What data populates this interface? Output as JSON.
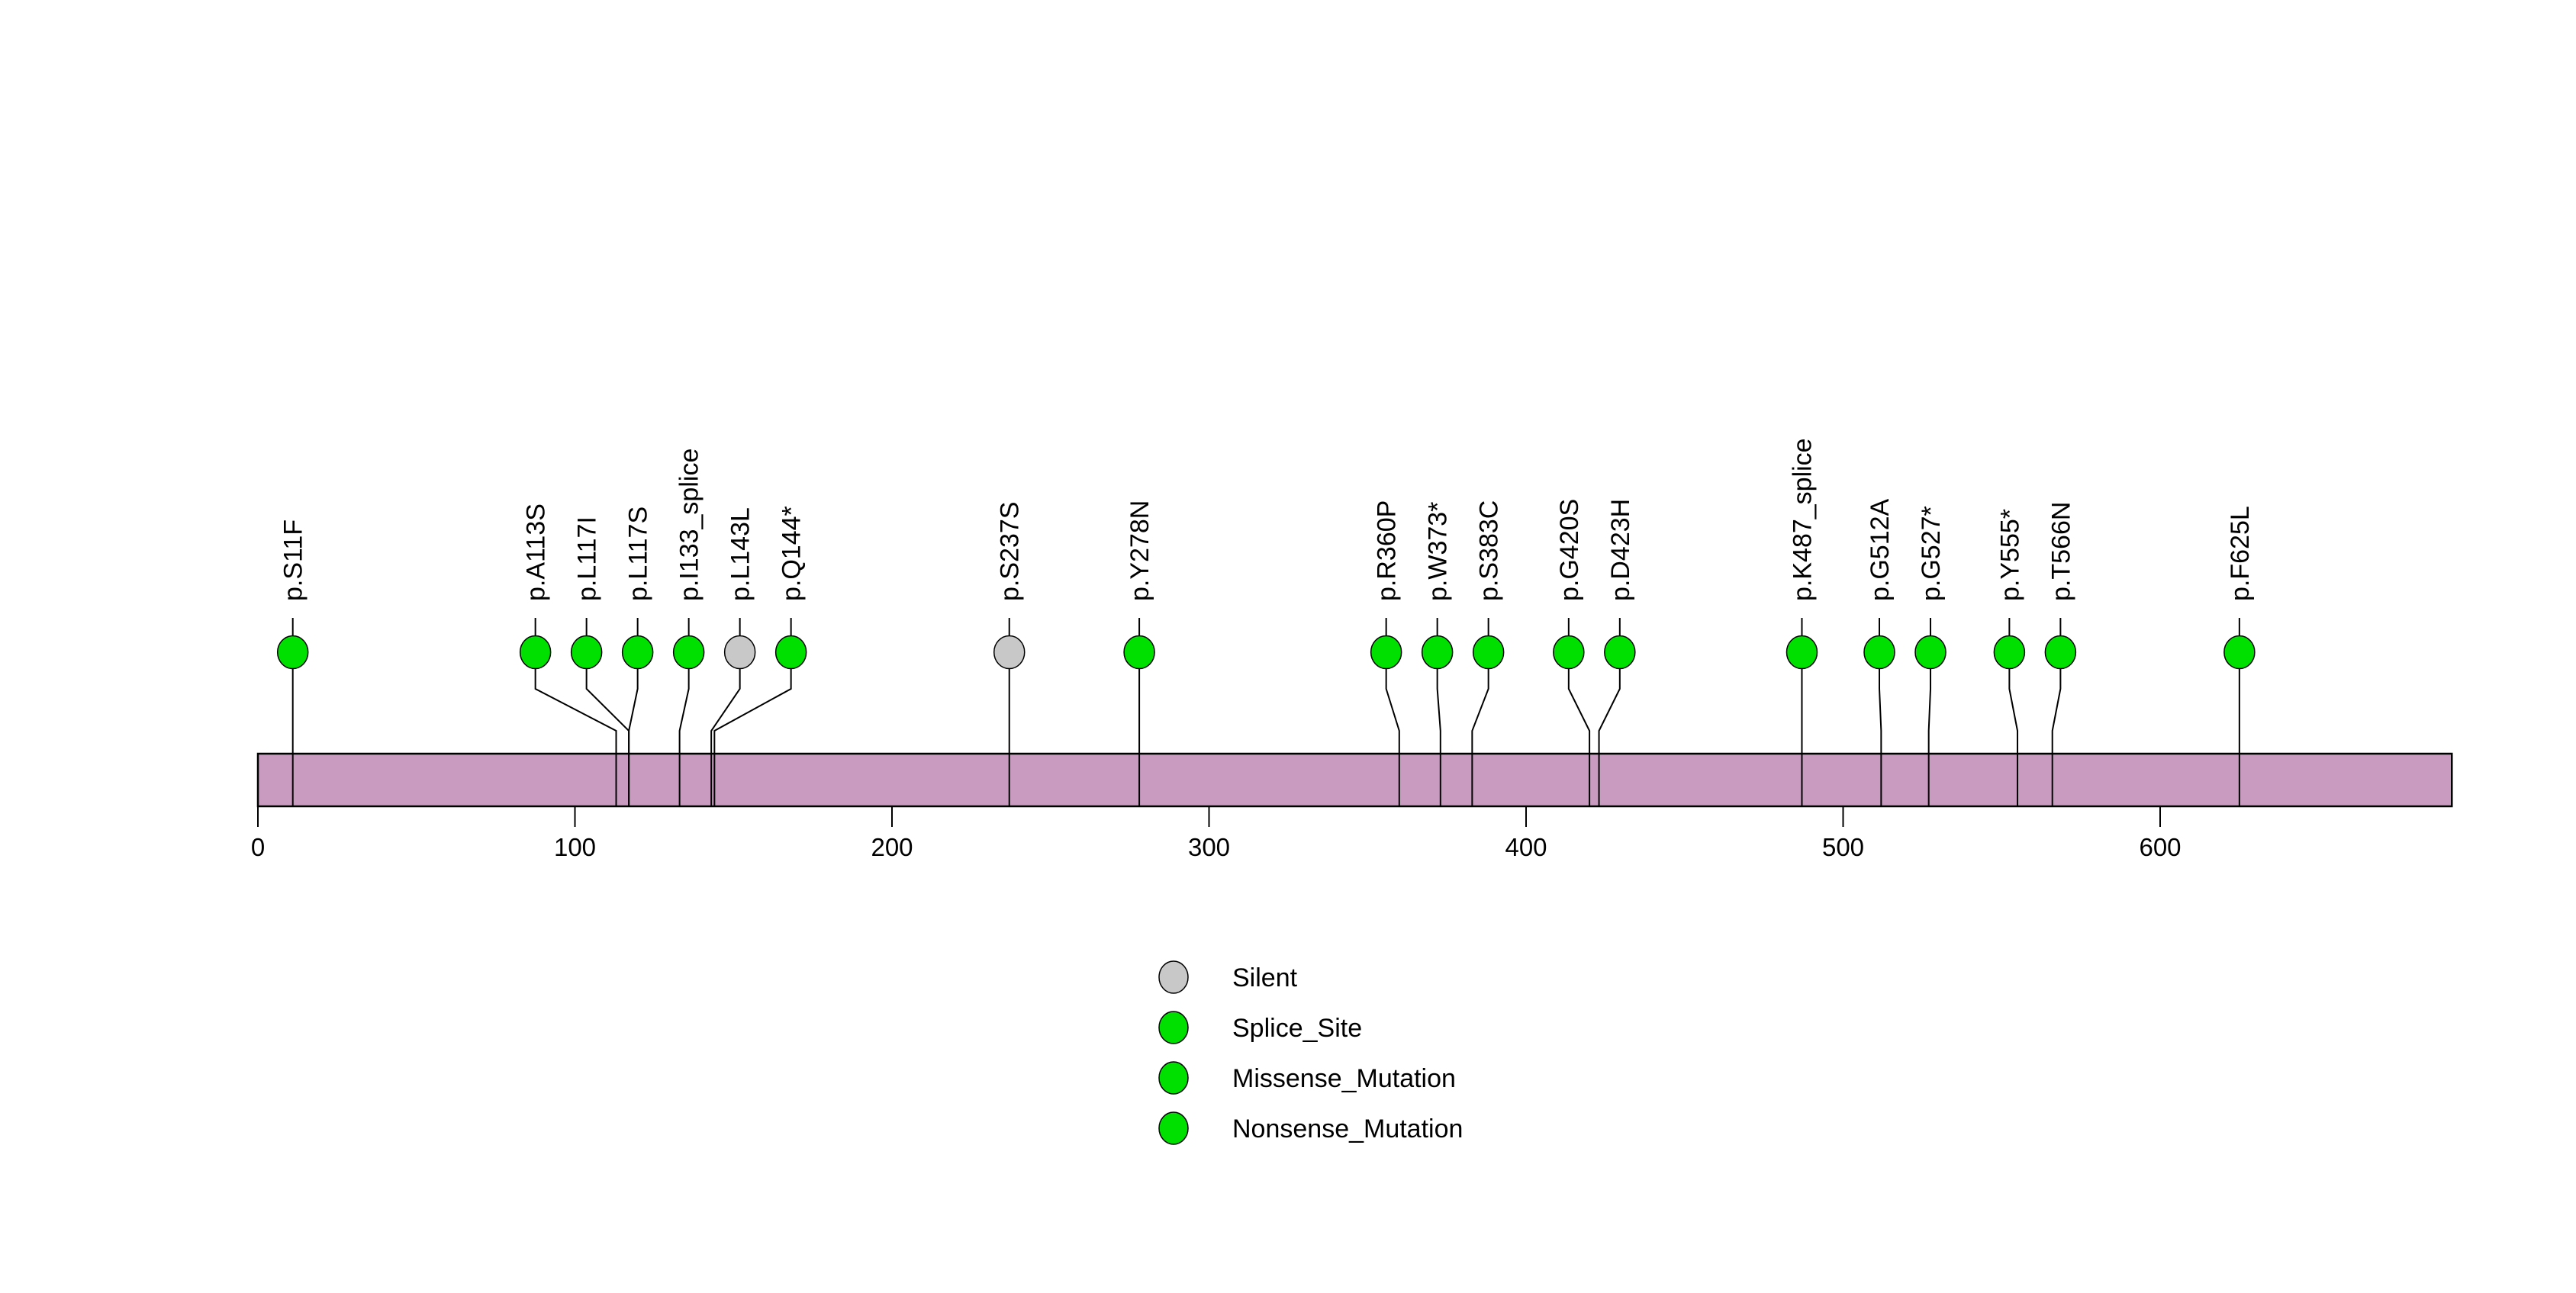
{
  "chart_data": {
    "type": "lollipop",
    "title": "",
    "description": "Protein lollipop mutation plot",
    "protein_bar": {
      "start": 0,
      "end": 692,
      "fill": "#C99BC1",
      "border": "#000000"
    },
    "x_axis": {
      "min": 0,
      "max": 692,
      "ticks": [
        0,
        100,
        200,
        300,
        400,
        500,
        600
      ],
      "grid": false
    },
    "legend_position": "bottom-center",
    "mutation_types": [
      {
        "name": "Silent",
        "color": "#C8C8C8"
      },
      {
        "name": "Splice_Site",
        "color": "#00E000"
      },
      {
        "name": "Missense_Mutation",
        "color": "#00E000"
      },
      {
        "name": "Nonsense_Mutation",
        "color": "#00E000"
      }
    ],
    "mutations": [
      {
        "label": "p.S11F",
        "position": 11,
        "type": "Missense_Mutation"
      },
      {
        "label": "p.A113S",
        "position": 113,
        "type": "Missense_Mutation"
      },
      {
        "label": "p.L117I",
        "position": 117,
        "type": "Missense_Mutation"
      },
      {
        "label": "p.L117S",
        "position": 117,
        "type": "Missense_Mutation"
      },
      {
        "label": "p.I133_splice",
        "position": 133,
        "type": "Splice_Site"
      },
      {
        "label": "p.L143L",
        "position": 143,
        "type": "Silent"
      },
      {
        "label": "p.Q144*",
        "position": 144,
        "type": "Nonsense_Mutation"
      },
      {
        "label": "p.S237S",
        "position": 237,
        "type": "Silent"
      },
      {
        "label": "p.Y278N",
        "position": 278,
        "type": "Missense_Mutation"
      },
      {
        "label": "p.R360P",
        "position": 360,
        "type": "Missense_Mutation"
      },
      {
        "label": "p.W373*",
        "position": 373,
        "type": "Nonsense_Mutation"
      },
      {
        "label": "p.S383C",
        "position": 383,
        "type": "Missense_Mutation"
      },
      {
        "label": "p.G420S",
        "position": 420,
        "type": "Missense_Mutation"
      },
      {
        "label": "p.D423H",
        "position": 423,
        "type": "Missense_Mutation"
      },
      {
        "label": "p.K487_splice",
        "position": 487,
        "type": "Splice_Site"
      },
      {
        "label": "p.G512A",
        "position": 512,
        "type": "Missense_Mutation"
      },
      {
        "label": "p.G527*",
        "position": 527,
        "type": "Nonsense_Mutation"
      },
      {
        "label": "p.Y555*",
        "position": 555,
        "type": "Nonsense_Mutation"
      },
      {
        "label": "p.T566N",
        "position": 566,
        "type": "Missense_Mutation"
      },
      {
        "label": "p.F625L",
        "position": 625,
        "type": "Missense_Mutation"
      }
    ]
  }
}
